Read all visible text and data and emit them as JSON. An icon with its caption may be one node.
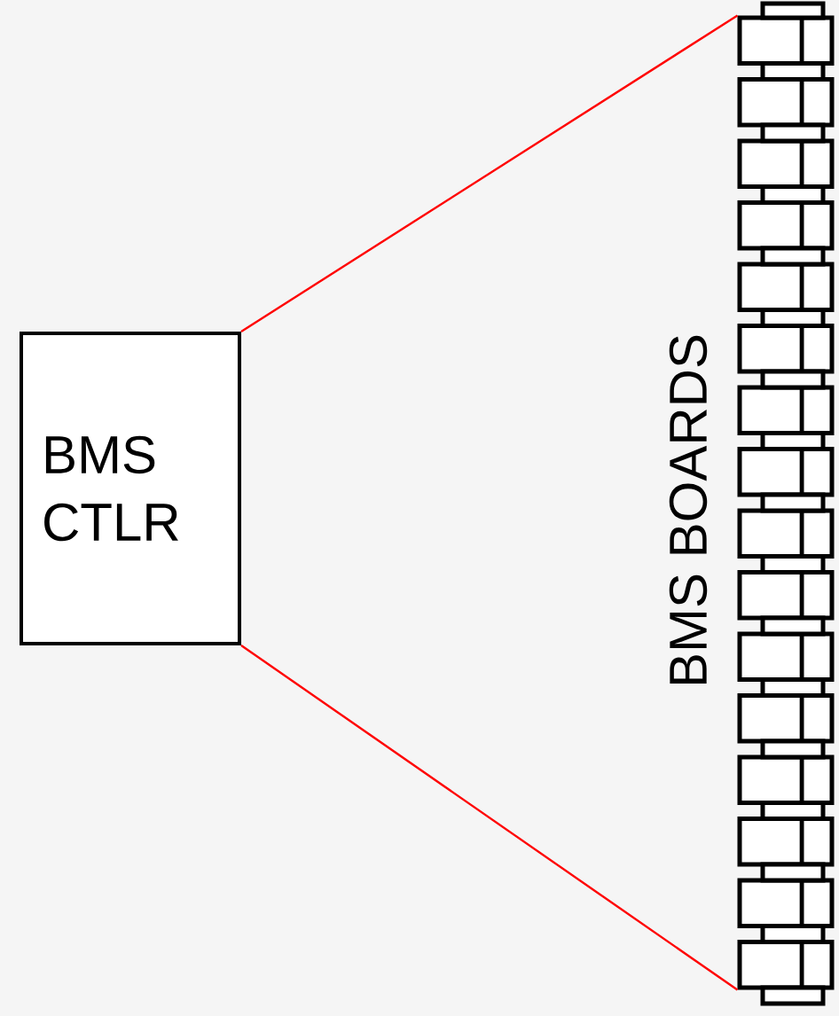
{
  "diagram": {
    "nodes": [
      {
        "text": [
          "BMS CTLR"
        ]
      },
      {
        "text": [],
        "shape": "box"
      },
      {
        "text": [],
        "shape": "box"
      },
      {
        "text": [],
        "shape": "box"
      },
      {
        "text": [],
        "shape": "box"
      },
      {
        "text": [],
        "shape": "box"
      },
      {
        "text": [],
        "shape": "box"
      },
      {
        "text": [],
        "shape": "box"
      },
      {
        "text": [],
        "shape": "box"
      },
      {
        "text": [],
        "shape": "box"
      },
      {
        "text": [],
        "shape": "box"
      },
      {
        "text": [],
        "shape": "box"
      },
      {
        "text": [],
        "shape": "box"
      },
      {
        "text": [],
        "shape": "box"
      },
      {
        "text": [],
        "shape": "box"
      },
      {
        "text": [],
        "shape": "box"
      },
      {
        "text": [],
        "shape": "box"
      }
    ],
    "edges": [
      {
        "from": 0,
        "to": 1,
        "arrow": "none",
        "color": "#ff0000"
      },
      {
        "from": 0,
        "to": 16,
        "arrow": "none",
        "color": "#ff0000"
      }
    ],
    "labels": [
      "BMS BOARDS"
    ]
  }
}
